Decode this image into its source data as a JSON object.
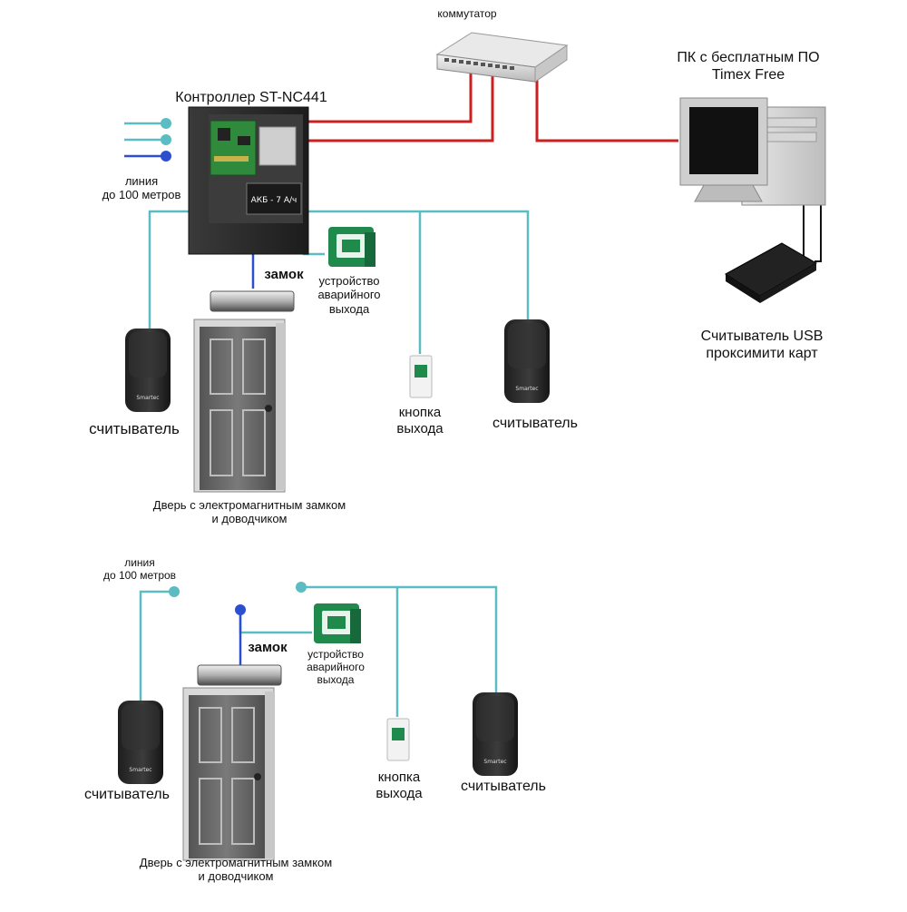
{
  "labels": {
    "switch": "коммутатор",
    "pc": [
      "ПК с бесплатным ПО",
      "Timex Free"
    ],
    "controller": "Контроллер ST-NC441",
    "battery": "АКБ - 7 А/ч",
    "line_top": [
      "линия",
      "до 100 метров"
    ],
    "lock_top": "замок",
    "emergency_top": [
      "устройство",
      "аварийного",
      "выхода"
    ],
    "reader_left_top": "считыватель",
    "exit_button_top": [
      "кнопка",
      "выхода"
    ],
    "reader_right_top": "считыватель",
    "usb_reader": [
      "Считыватель USB",
      "проксимити карт"
    ],
    "door_top": [
      "Дверь с электромагнитным замком",
      "и доводчиком"
    ],
    "line_bottom": [
      "линия",
      "до 100 метров"
    ],
    "lock_bottom": "замок",
    "emergency_bottom": [
      "устройство",
      "аварийного",
      "выхода"
    ],
    "reader_left_bottom": "считыватель",
    "exit_button_bottom": [
      "кнопка",
      "выхода"
    ],
    "reader_right_bottom": "считыватель",
    "door_bottom": [
      "Дверь с электромагнитным замком",
      "и доводчиком"
    ],
    "reader_brand": "Smartec"
  },
  "colors": {
    "ethernet": "#cc1f1f",
    "signal": "#5bbcc4",
    "lock_wire": "#2b4fcf",
    "device_dark": "#2a2a2a",
    "door": "#6a6a6a",
    "emergency_green": "#1f8a4c",
    "background": "#ffffff"
  },
  "icons": [
    "network-switch-icon",
    "pc-icon",
    "usb-reader-icon",
    "controller-box-icon",
    "card-reader-icon",
    "door-icon",
    "electromagnetic-lock-icon",
    "emergency-exit-device-icon",
    "exit-button-icon"
  ]
}
